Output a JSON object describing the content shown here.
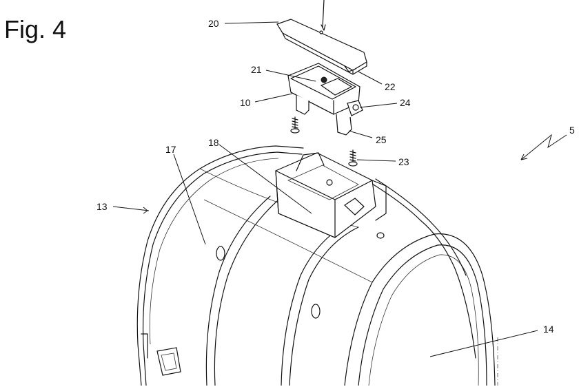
{
  "figure": {
    "title": "Fig. 4",
    "labels": {
      "l20": "20",
      "l21": "21",
      "l22": "22",
      "l10": "10",
      "l24": "24",
      "l25": "25",
      "l5": "5",
      "l17": "17",
      "l18": "18",
      "l23": "23",
      "l13": "13",
      "l14": "14"
    }
  }
}
